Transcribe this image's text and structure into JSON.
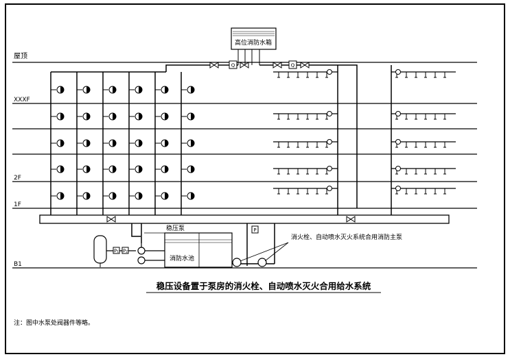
{
  "floor_labels": {
    "roof": "屋顶",
    "typical": "XXXF",
    "second": "2F",
    "first": "1F",
    "basement": "B1"
  },
  "tank_label": "高位消防水箱",
  "stabilizer_label": "稳压泵",
  "fire_pool_label": "消防水池",
  "main_pump_label": "消火栓、自动喷水灭火系统合用消防主泵",
  "pressure_gauge_1": "P₁",
  "pressure_gauge_2": "P₂",
  "pressure_switch": "P",
  "flow_switch": "Q",
  "diagram_title": "稳压设备置于泵房的消火栓、自动喷水灭火合用给水系统",
  "note": "注：图中水泵处阀器件等略。"
}
